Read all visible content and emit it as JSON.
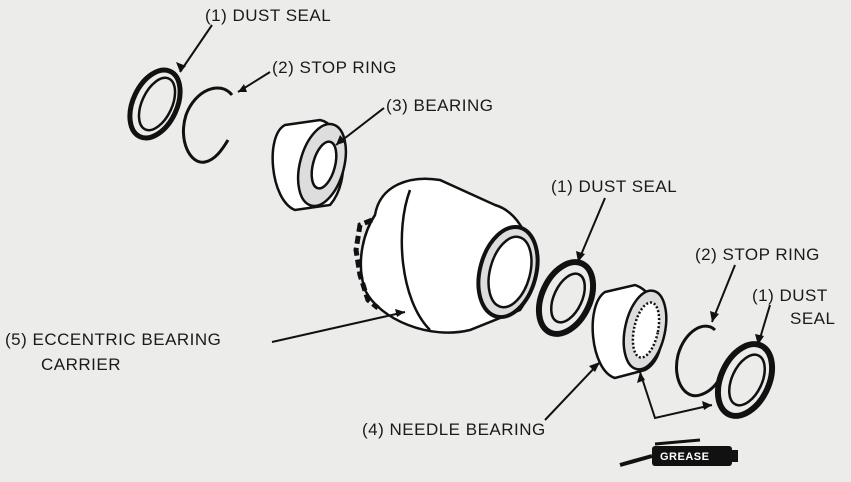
{
  "title": "Eccentric bearing carrier exploded view",
  "labels": {
    "dust_seal_1_top": "(1) DUST SEAL",
    "stop_ring_2_top": "(2) STOP RING",
    "bearing_3": "(3) BEARING",
    "dust_seal_1_mid": "(1) DUST SEAL",
    "stop_ring_2_right": "(2) STOP RING",
    "dust_seal_1_right_line1": "(1) DUST",
    "dust_seal_1_right_line2": "SEAL",
    "carrier_5_line1": "(5) ECCENTRIC BEARING",
    "carrier_5_line2": "CARRIER",
    "needle_bearing_4": "(4) NEEDLE BEARING",
    "grease": "GREASE"
  }
}
